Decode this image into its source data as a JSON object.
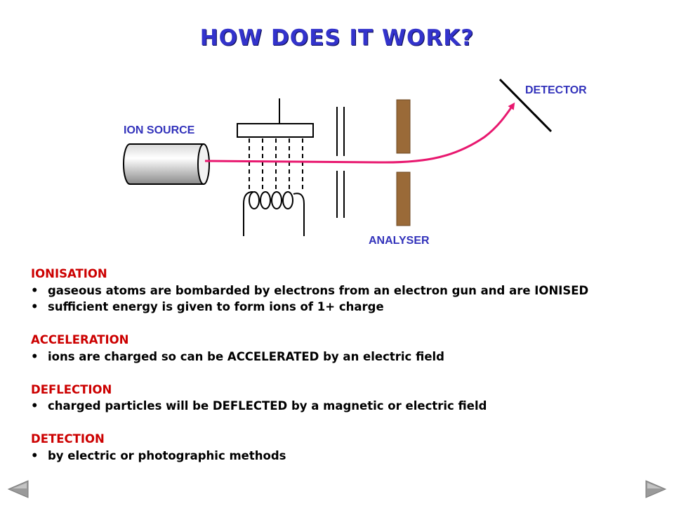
{
  "title": "HOW DOES IT WORK?",
  "diagram": {
    "labels": {
      "ion_source": "ION SOURCE",
      "detector": "DETECTOR",
      "analyser": "ANALYSER"
    },
    "colors": {
      "beam": "#e8186f",
      "analyser_plates": "#9a6a38",
      "label": "#3333bb"
    }
  },
  "sections": [
    {
      "heading": "IONISATION",
      "bullets": [
        "gaseous atoms are bombarded by electrons from an electron gun and are IONISED",
        "sufficient energy is given to form ions of 1+ charge"
      ]
    },
    {
      "heading": "ACCELERATION",
      "bullets": [
        "ions are charged so can be ACCELERATED by an electric field"
      ]
    },
    {
      "heading": "DEFLECTION",
      "bullets": [
        "charged particles will be DEFLECTED by a magnetic or electric field"
      ]
    },
    {
      "heading": "DETECTION",
      "bullets": [
        "by electric or photographic methods"
      ]
    }
  ],
  "bullet_char": "•",
  "navigation": {
    "prev_icon": "triangle-left-icon",
    "next_icon": "triangle-right-icon"
  },
  "colors": {
    "title": "#3333cc",
    "heading": "#cc0000",
    "nav": "#999999"
  }
}
